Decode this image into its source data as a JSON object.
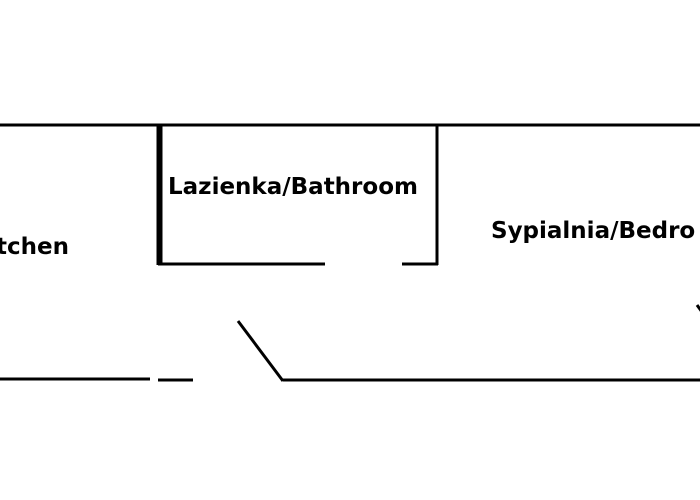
{
  "floor_plan": {
    "rooms": {
      "kitchen": {
        "label": "tchen"
      },
      "bathroom": {
        "label": "Lazienka/Bathroom"
      },
      "bedroom": {
        "label": "Sypialnia/Bedro"
      }
    },
    "colors": {
      "wall": "#000000",
      "background": "#ffffff"
    }
  }
}
